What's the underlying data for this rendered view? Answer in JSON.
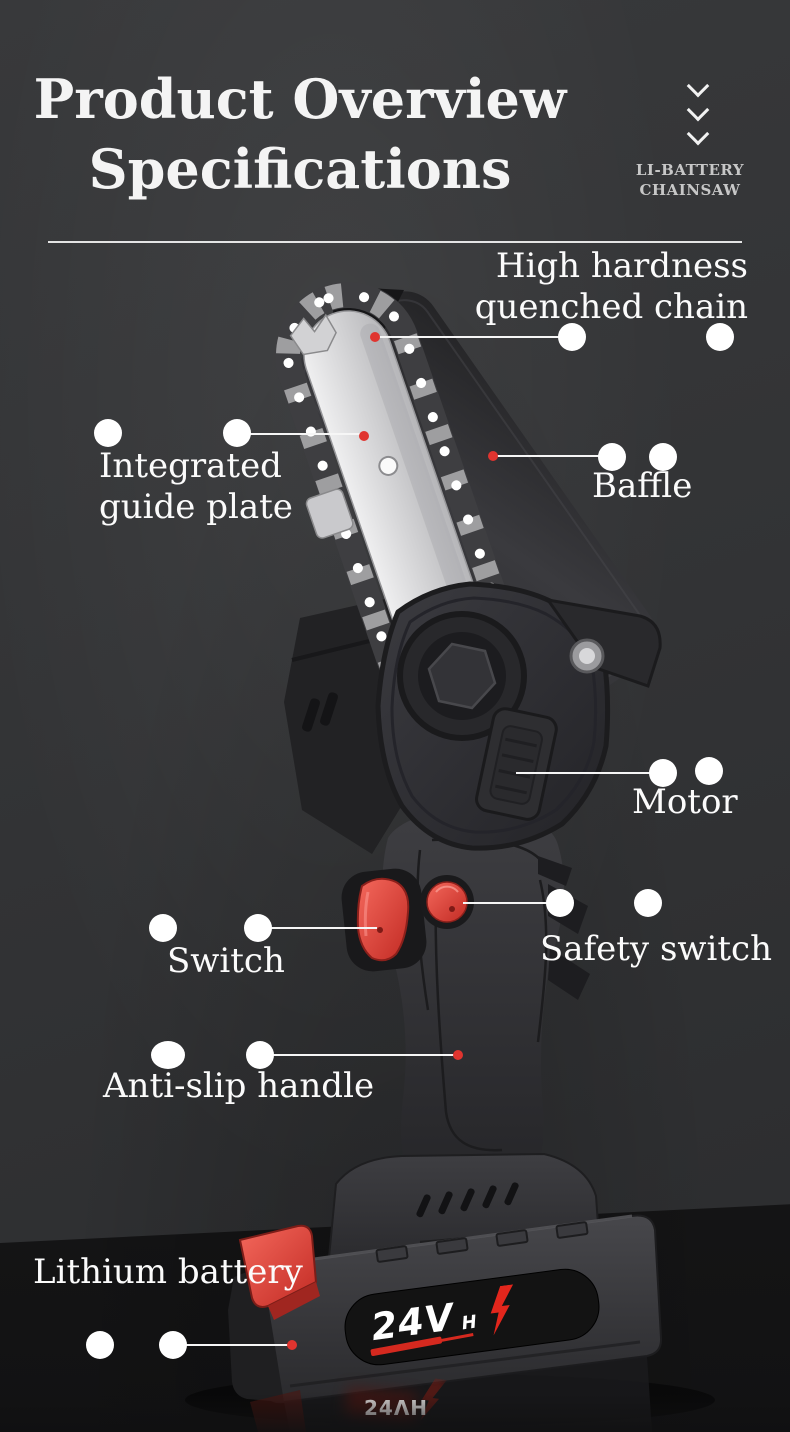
{
  "header": {
    "title_line1": "Product Overview",
    "title_line2": "Specifications",
    "brand_line1": "LI-BATTERY",
    "brand_line2": "CHAINSAW"
  },
  "callouts": {
    "chain": {
      "line1": "High hardness",
      "line2": "quenched chain"
    },
    "guide_plate": {
      "line1": "Integrated",
      "line2": "guide plate"
    },
    "baffle": {
      "label": "Baffle"
    },
    "motor": {
      "label": "Motor"
    },
    "switch": {
      "label": "Switch"
    },
    "safety_switch": {
      "label": "Safety switch"
    },
    "handle": {
      "label": "Anti-slip handle"
    },
    "battery": {
      "label": "Lithium battery"
    }
  },
  "product": {
    "battery_voltage": "24V",
    "battery_voltage_sub": "H",
    "battery_reflection": "24ΛH"
  },
  "icons": {
    "header_arrows": "chevron-down",
    "battery_bolt": "lightning-bolt"
  },
  "colors": {
    "accent_red": "#e0342f",
    "callout_dot": "#ffffff",
    "background_top": "#38393b",
    "floor": "#1a1a1b",
    "bar_silver": "#d9d9db"
  }
}
